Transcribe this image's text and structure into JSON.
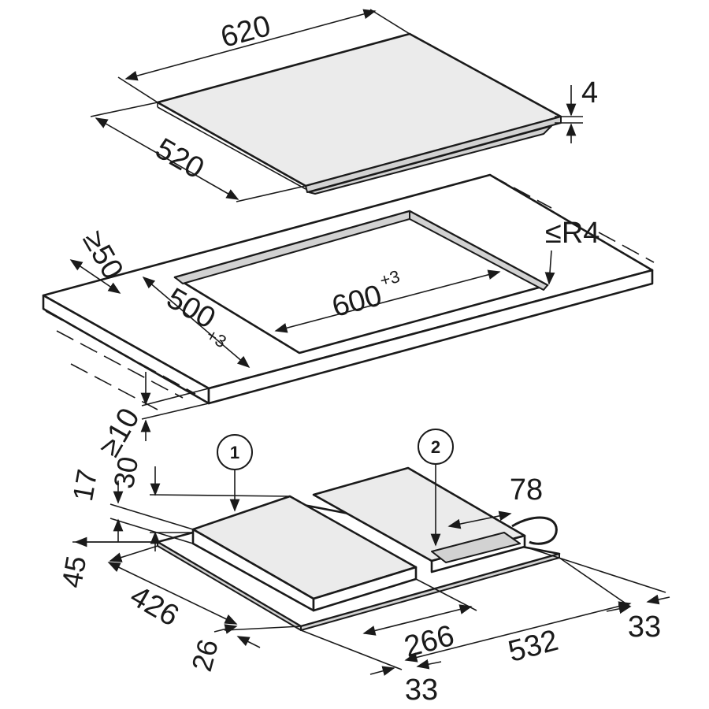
{
  "diagram": {
    "hob": {
      "width": "620",
      "depth": "520",
      "thickness": "4"
    },
    "cutout": {
      "min_front_distance": "≥50",
      "corner_radius": "≤R4",
      "width": "600",
      "width_tolerance": "+3",
      "depth": "500",
      "depth_tolerance": "+3",
      "min_worktop_thickness": "≥10"
    },
    "underside": {
      "callout_1": "1",
      "callout_2": "2",
      "dim_17": "17",
      "dim_30": "30",
      "dim_45": "45",
      "dim_426": "426",
      "dim_26": "26",
      "dim_266": "266",
      "dim_33_front": "33",
      "dim_532": "532",
      "dim_33_right": "33",
      "dim_78": "78"
    }
  }
}
